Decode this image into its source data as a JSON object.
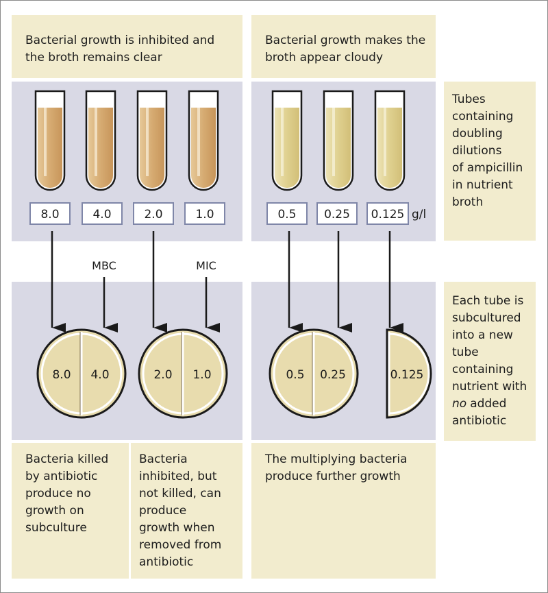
{
  "top_left_caption": [
    "Bacterial growth is inhibited and",
    "the broth remains clear"
  ],
  "top_right_caption": [
    "Bacterial growth makes the",
    "broth appear cloudy"
  ],
  "tubes_note": [
    "Tubes",
    "containing",
    "doubling",
    "dilutions",
    "of ampicillin",
    "in nutrient",
    "broth"
  ],
  "concentrations": [
    "8.0",
    "4.0",
    "2.0",
    "1.0",
    "0.5",
    "0.25",
    "0.125"
  ],
  "unit": "g/l",
  "mbc_label": "MBC",
  "mic_label": "MIC",
  "subculture_note_lines": [
    "Each tube is",
    "subcultured",
    "into a new",
    "tube",
    "containing",
    "nutrient with",
    "no",
    "added",
    "antibiotic"
  ],
  "plate_values": [
    "8.0",
    "4.0",
    "2.0",
    "1.0",
    "0.5",
    "0.25",
    "0.125"
  ],
  "bottom_killed": [
    "Bacteria killed",
    "by antibiotic",
    "produce no",
    "growth on",
    "subculture"
  ],
  "bottom_inhibited": [
    "Bacteria",
    "inhibited, but",
    "not killed, can",
    "produce",
    "growth when",
    "removed from",
    "antibiotic"
  ],
  "bottom_growth": [
    "The multiplying bacteria",
    "produce further growth"
  ],
  "colors": {
    "cream": "#f2ecce",
    "lavender": "#d9d9e5",
    "clear_broth": "#d9b37d",
    "cloudy_broth": "#e2d49a",
    "plate": "#e8dcae",
    "label_border": "#7f86a8",
    "stroke": "#1a1a1a"
  }
}
